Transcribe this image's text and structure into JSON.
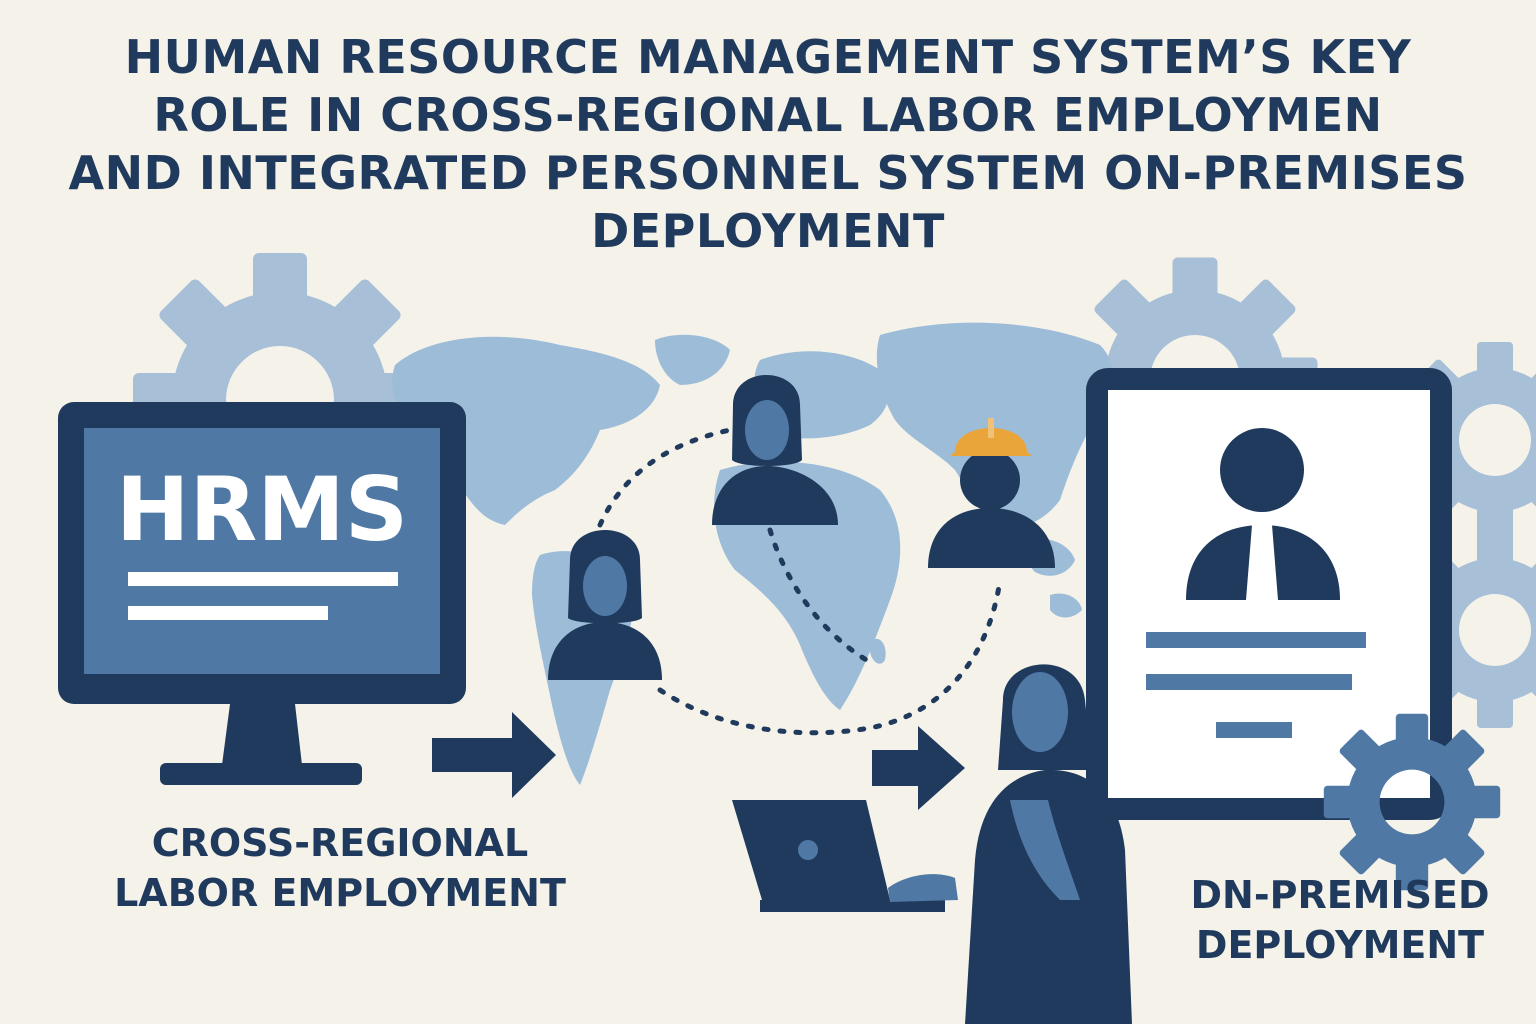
{
  "title": {
    "line1": "HUMAN RESOURCE MANAGEMENT SYSTEM’S KEY",
    "line2": "ROLE IN CROSS-REGIONAL LABOR EMPLOYMEN",
    "line3": "AND INTEGRATED PERSONNEL SYSTEM ON-PREMISES",
    "line4": "DEPLOYMENT"
  },
  "monitor": {
    "screen_text": "HRMS"
  },
  "captions": {
    "left_line1": "CROSS-REGIONAL",
    "left_line2": "LABOR EMPLOYMENT",
    "right_line1": "DN-PREMISED",
    "right_line2": "DEPLOYMENT"
  },
  "colors": {
    "navy": "#1f3a5c",
    "mid_blue": "#4f79a4",
    "light_blue": "#8fb0cf",
    "hard_hat": "#e9a53a",
    "background": "#f5f2ea"
  }
}
